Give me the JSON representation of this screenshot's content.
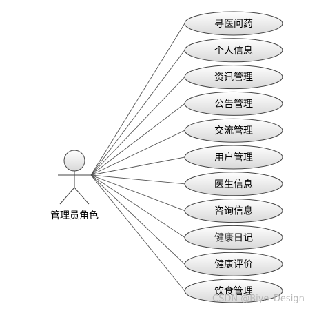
{
  "actor": {
    "label": "管理员角色"
  },
  "use_cases": [
    "寻医问药",
    "个人信息",
    "资讯管理",
    "公告管理",
    "交流管理",
    "用户管理",
    "医生信息",
    "咨询信息",
    "健康日记",
    "健康评价",
    "饮食管理"
  ],
  "watermark": "CSDN @Biye_Design",
  "colors": {
    "ellipse_fill_top": "#ffffff",
    "ellipse_fill_bottom": "#dcdcdc",
    "stroke": "#444444"
  }
}
